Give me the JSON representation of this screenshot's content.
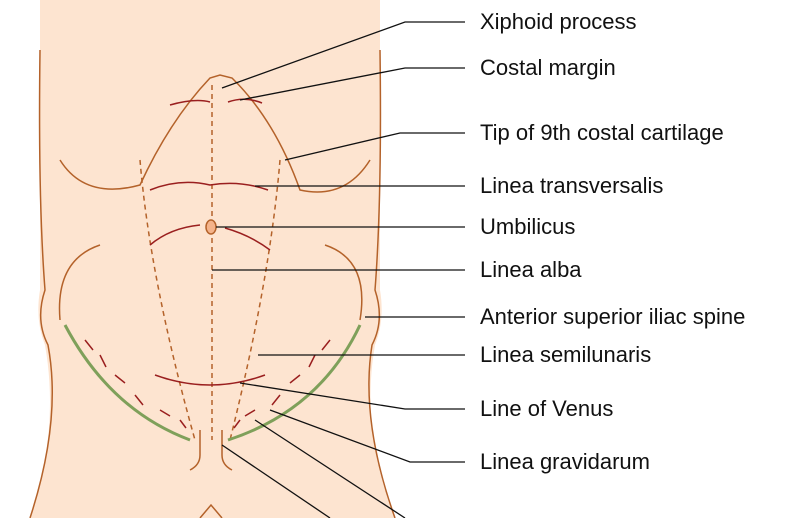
{
  "labels": [
    "Xiphoid process",
    "Costal margin",
    "Tip of 9th costal cartilage",
    "Linea transversalis",
    "Umbilicus",
    "Linea alba",
    "Anterior superior iliac spine",
    "Linea semilunaris",
    "Line of Venus",
    "Linea gravidarum"
  ],
  "colors": {
    "skin": "#fde4d0",
    "outline": "#b4622a",
    "stria": "#9a1f1f",
    "inguinal": "#7fa05a",
    "leader": "#111111"
  }
}
